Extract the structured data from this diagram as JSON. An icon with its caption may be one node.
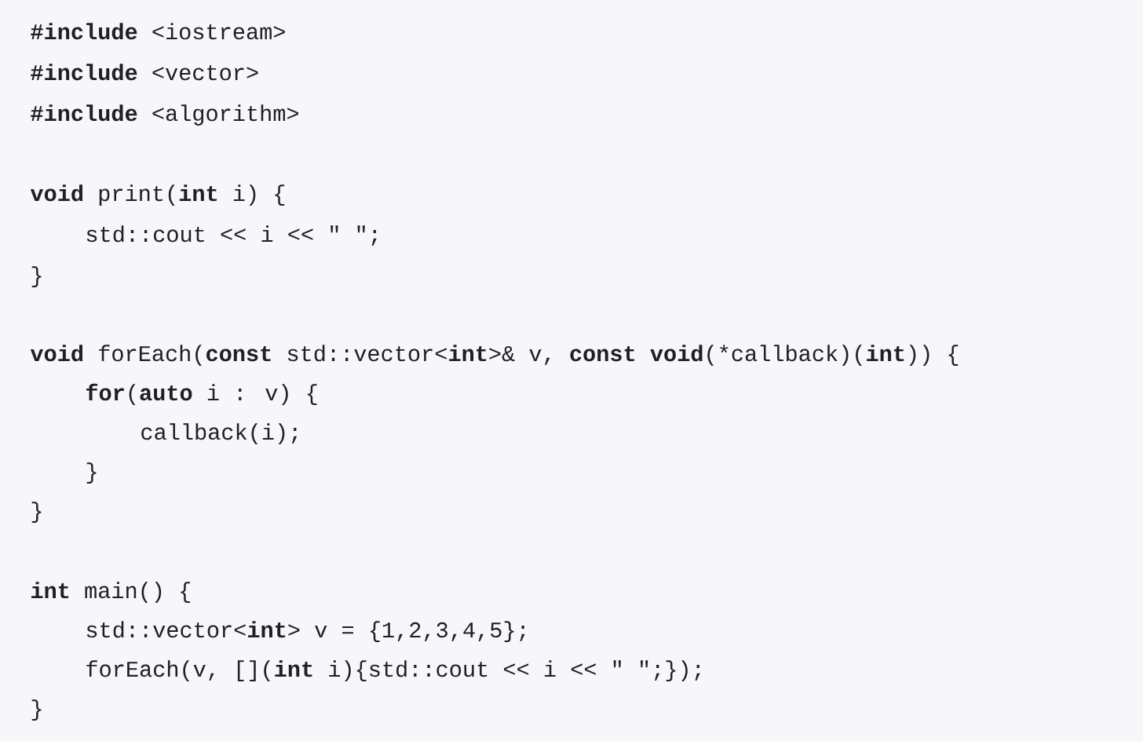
{
  "diagram": {
    "labels": [
      "**#include** <iostream>",
      "**#include** <vector>",
      "**#include** <algorithm>",
      "**void** print(**int** i) {",
      "std::cout << i << \" \";",
      "}",
      "**void** forEach(**const** std::vector<**int**>& v, **const** **void**(*callback)(**int**)) {",
      "**for**(**auto** i : v) {",
      "callback(i);",
      "}",
      "}",
      "**int** main() {",
      "std::vector<**int**> v = {1,2,3,4,5};",
      "forEach(v, [](**int** i){std::cout << i << \" \";});",
      "}"
    ]
  }
}
